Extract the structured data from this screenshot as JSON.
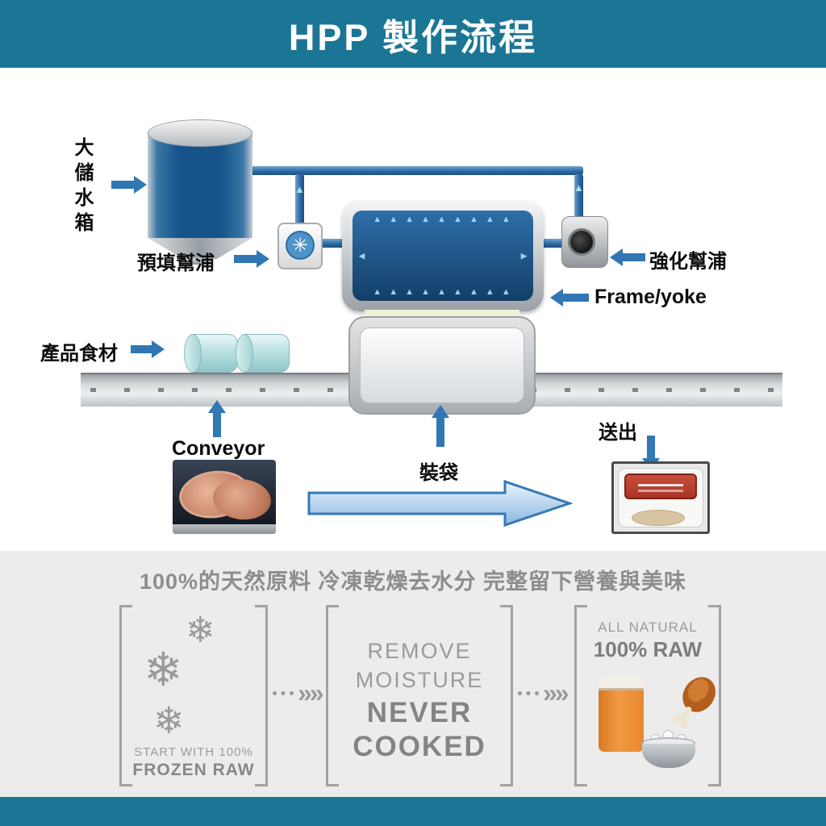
{
  "header": {
    "title": "HPP 製作流程"
  },
  "diagram": {
    "labels": {
      "tank": "大儲水箱",
      "prefill_pump": "預填幫浦",
      "intensifier_pump": "強化幫浦",
      "frame_yoke": "Frame/yoke",
      "product": "產品食材",
      "conveyor": "Conveyor",
      "bagging": "裝袋",
      "send_out": "送出"
    },
    "icons": {
      "flow_arrow": "▲",
      "pressure_up_row": "▲ ▲ ▲ ▲ ▲ ▲ ▲ ▲ ▲",
      "pressure_left": "◄",
      "pressure_right": "►",
      "impeller": "✳"
    }
  },
  "bottom": {
    "tagline": "100%的天然原料 冷凍乾燥去水分 完整留下營養與美味",
    "frozen_panel": {
      "snowflake": "❄",
      "line1": "START WITH 100%",
      "line2": "FROZEN RAW"
    },
    "moisture_panel": {
      "line1": "REMOVE",
      "line2": "MOISTURE",
      "line3": "NEVER",
      "line4": "COOKED"
    },
    "natural_panel": {
      "line1": "ALL NATURAL",
      "line2": "100% RAW"
    },
    "separator_chevrons": "»»"
  },
  "colors": {
    "header_teal": "#1b7695",
    "arrow_blue": "#3077b4",
    "chamber_navy": "#16436c",
    "tank_water": "#16538a",
    "section_bg": "#ececec",
    "panel_text_gray": "#9a9a9a",
    "bag_orange": "#e8872f",
    "drumstick_brown": "#b35e1f"
  }
}
